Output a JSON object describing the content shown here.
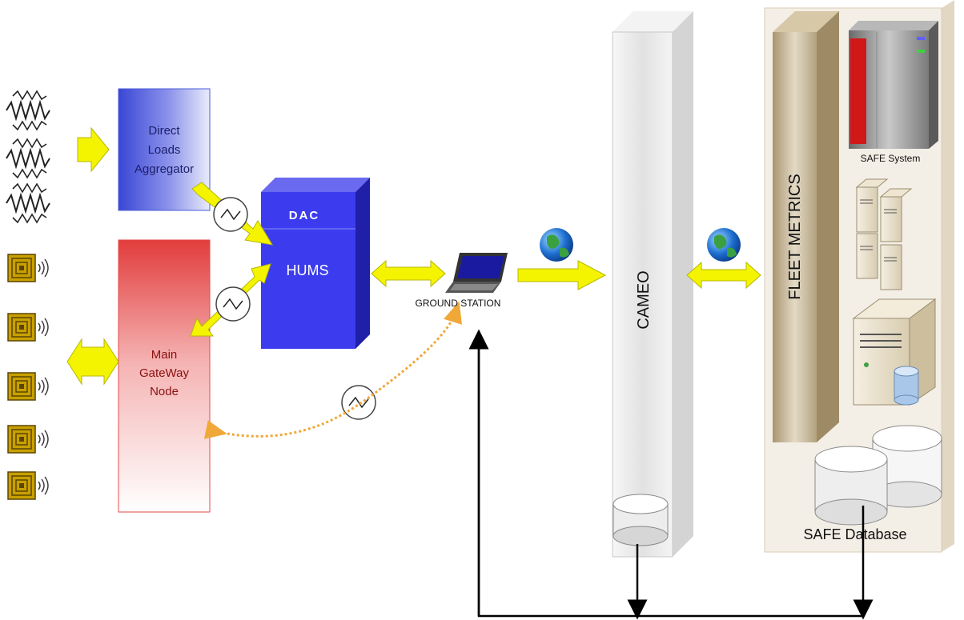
{
  "colors": {
    "aggregator": "#4a5bd8",
    "dac": "#3b3bef",
    "gateway": "#e54a4a",
    "arrow": "#f4f400",
    "wireless": "#f0a838",
    "cameo_panel": "#e6e6e6",
    "safe_panel": "#efe6d8",
    "fleet_metrics": "#b8a684"
  },
  "aggregator": {
    "line1": "Direct",
    "line2": "Loads",
    "line3": "Aggregator"
  },
  "dac": {
    "header": "DAC",
    "label": "HUMS"
  },
  "gateway": {
    "line1": "Main",
    "line2": "GateWay",
    "line3": "Node"
  },
  "ground_station": {
    "label": "GROUND STATION"
  },
  "cameo": {
    "label": "CAMEO"
  },
  "fleet": {
    "label": "FLEET METRICS"
  },
  "safe_system": {
    "label": "SAFE System"
  },
  "safe_database": {
    "label": "SAFE Database"
  },
  "icons": {
    "strain_gauge": "zigzag-resistor-icon",
    "wireless_sensor": "wireless-sensor-icon",
    "modem": "modem-wave-icon",
    "globe": "globe-icon",
    "laptop": "laptop-icon",
    "server": "server-icon",
    "database": "database-cylinder-icon"
  }
}
